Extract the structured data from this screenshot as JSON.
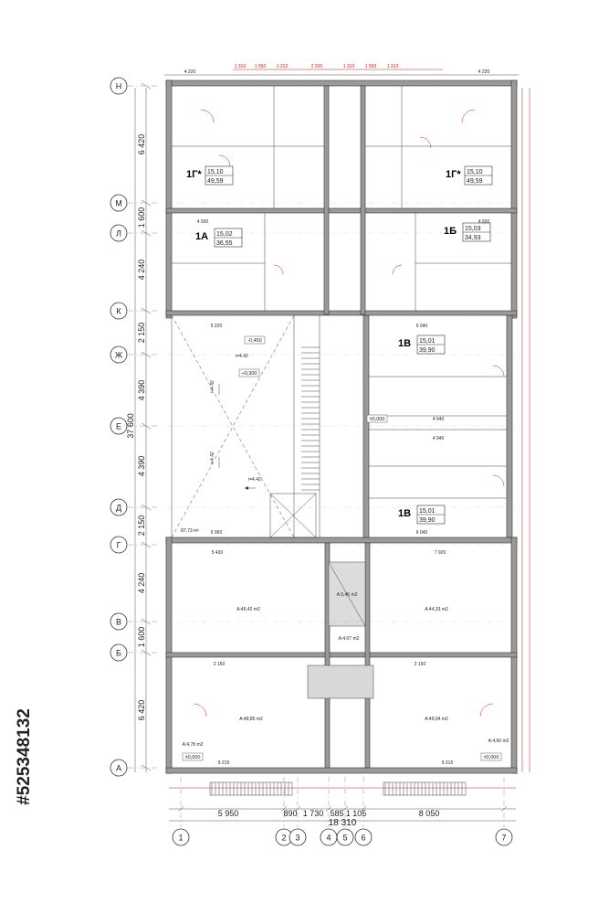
{
  "stock_id": "#525348132",
  "axes_rows": [
    "Н",
    "М",
    "Л",
    "К",
    "Ж",
    "Е",
    "Д",
    "Г",
    "В",
    "Б",
    "А"
  ],
  "axes_cols": [
    "1",
    "2",
    "3",
    "4",
    "5",
    "6",
    "7"
  ],
  "left_dims": [
    "6 420",
    "1 600",
    "4 240",
    "2 150",
    "4 390",
    "37 600",
    "4 390",
    "2 150",
    "4 240",
    "1 600",
    "6 420"
  ],
  "bottom_dims": [
    "5 950",
    "890",
    "1 730",
    "585",
    "1 105",
    "8 050"
  ],
  "total_width": "18 310",
  "top_dims": [
    "4 220",
    "1 310",
    "1 550",
    "1 310",
    "2 200",
    "1 310",
    "1 550",
    "1 310",
    "4 220"
  ],
  "apartments": [
    {
      "code": "1Г*",
      "n": "15,10",
      "a": "49,59"
    },
    {
      "code": "1Г*",
      "n": "15,10",
      "a": "49,59"
    },
    {
      "code": "1А",
      "n": "15,02",
      "a": "36,55"
    },
    {
      "code": "1Б",
      "n": "15,03",
      "a": "34,93"
    },
    {
      "code": "1В",
      "n": "15,01",
      "a": "39,90"
    },
    {
      "code": "1В",
      "n": "15,01",
      "a": "39,90"
    }
  ],
  "areas": {
    "left_commercial": "А:46,42 m2",
    "right_commercial": "А:44,33 m2",
    "bottom_left": "А:48,85 m2",
    "bottom_right": "А:49,04 m2",
    "lift_hall": "А:5,45 m2",
    "corridor": "А:4,07 m2",
    "wc_left": "А:4,78 m2",
    "wc_right": "А:4,66 m2",
    "terrace": "87,73 m²"
  },
  "levels": {
    "zero_a": "±0,000",
    "zero_b": "±0,000",
    "zero_c": "±0,000",
    "plus300": "+0,300",
    "minus450": "-0,450"
  },
  "slopes": [
    "i=4.42",
    "i=4.42",
    "i=4.42",
    "i=4.42"
  ],
  "wall_dims": {
    "d1": "5 220",
    "d2": "6 040",
    "d3": "5 950",
    "d4": "6 040",
    "d5": "5 430",
    "d6": "7 920",
    "d7": "9 215",
    "d8": "9 215",
    "d9": "2 150",
    "d10": "2 150",
    "d11": "4 930",
    "d12": "4 930",
    "d13": "4 940",
    "d14": "4 940"
  }
}
